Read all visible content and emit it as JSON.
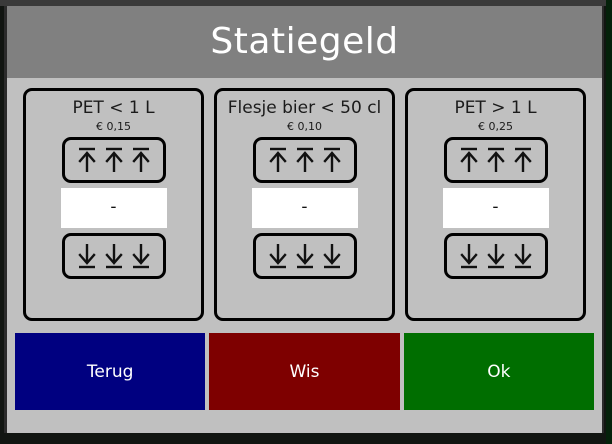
{
  "window": {
    "title": "Statiegeld",
    "title_bar_color": "#808080",
    "body_color": "#c0c0c0"
  },
  "panels": [
    {
      "name": "pet-small",
      "title": "PET < 1 L",
      "price": "€ 0,15",
      "increase_label": "increase",
      "decrease_label": "decrease",
      "count": "-"
    },
    {
      "name": "beer-bottle",
      "title": "Flesje bier < 50 cl",
      "price": "€ 0,10",
      "increase_label": "increase",
      "decrease_label": "decrease",
      "count": "-"
    },
    {
      "name": "pet-large",
      "title": "PET > 1 L",
      "price": "€ 0,25",
      "increase_label": "increase",
      "decrease_label": "decrease",
      "count": "-"
    }
  ],
  "actions": [
    {
      "name": "back",
      "label": "Terug",
      "color": "#000080"
    },
    {
      "name": "clear",
      "label": "Wis",
      "color": "#7e0000"
    },
    {
      "name": "ok",
      "label": "Ok",
      "color": "#006e00"
    }
  ],
  "icons": {
    "arrow_up_to_bar": "arrow-up-to-bar-icon",
    "arrow_down_to_bar": "arrow-down-to-bar-icon"
  }
}
